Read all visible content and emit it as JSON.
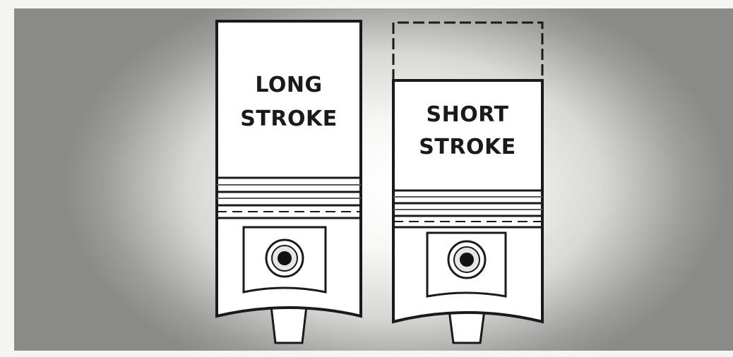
{
  "diagram": {
    "pistons": [
      {
        "id": "long",
        "label_line1": "LONG",
        "label_line2": "STROKE"
      },
      {
        "id": "short",
        "label_line1": "SHORT",
        "label_line2": "STROKE"
      }
    ]
  }
}
